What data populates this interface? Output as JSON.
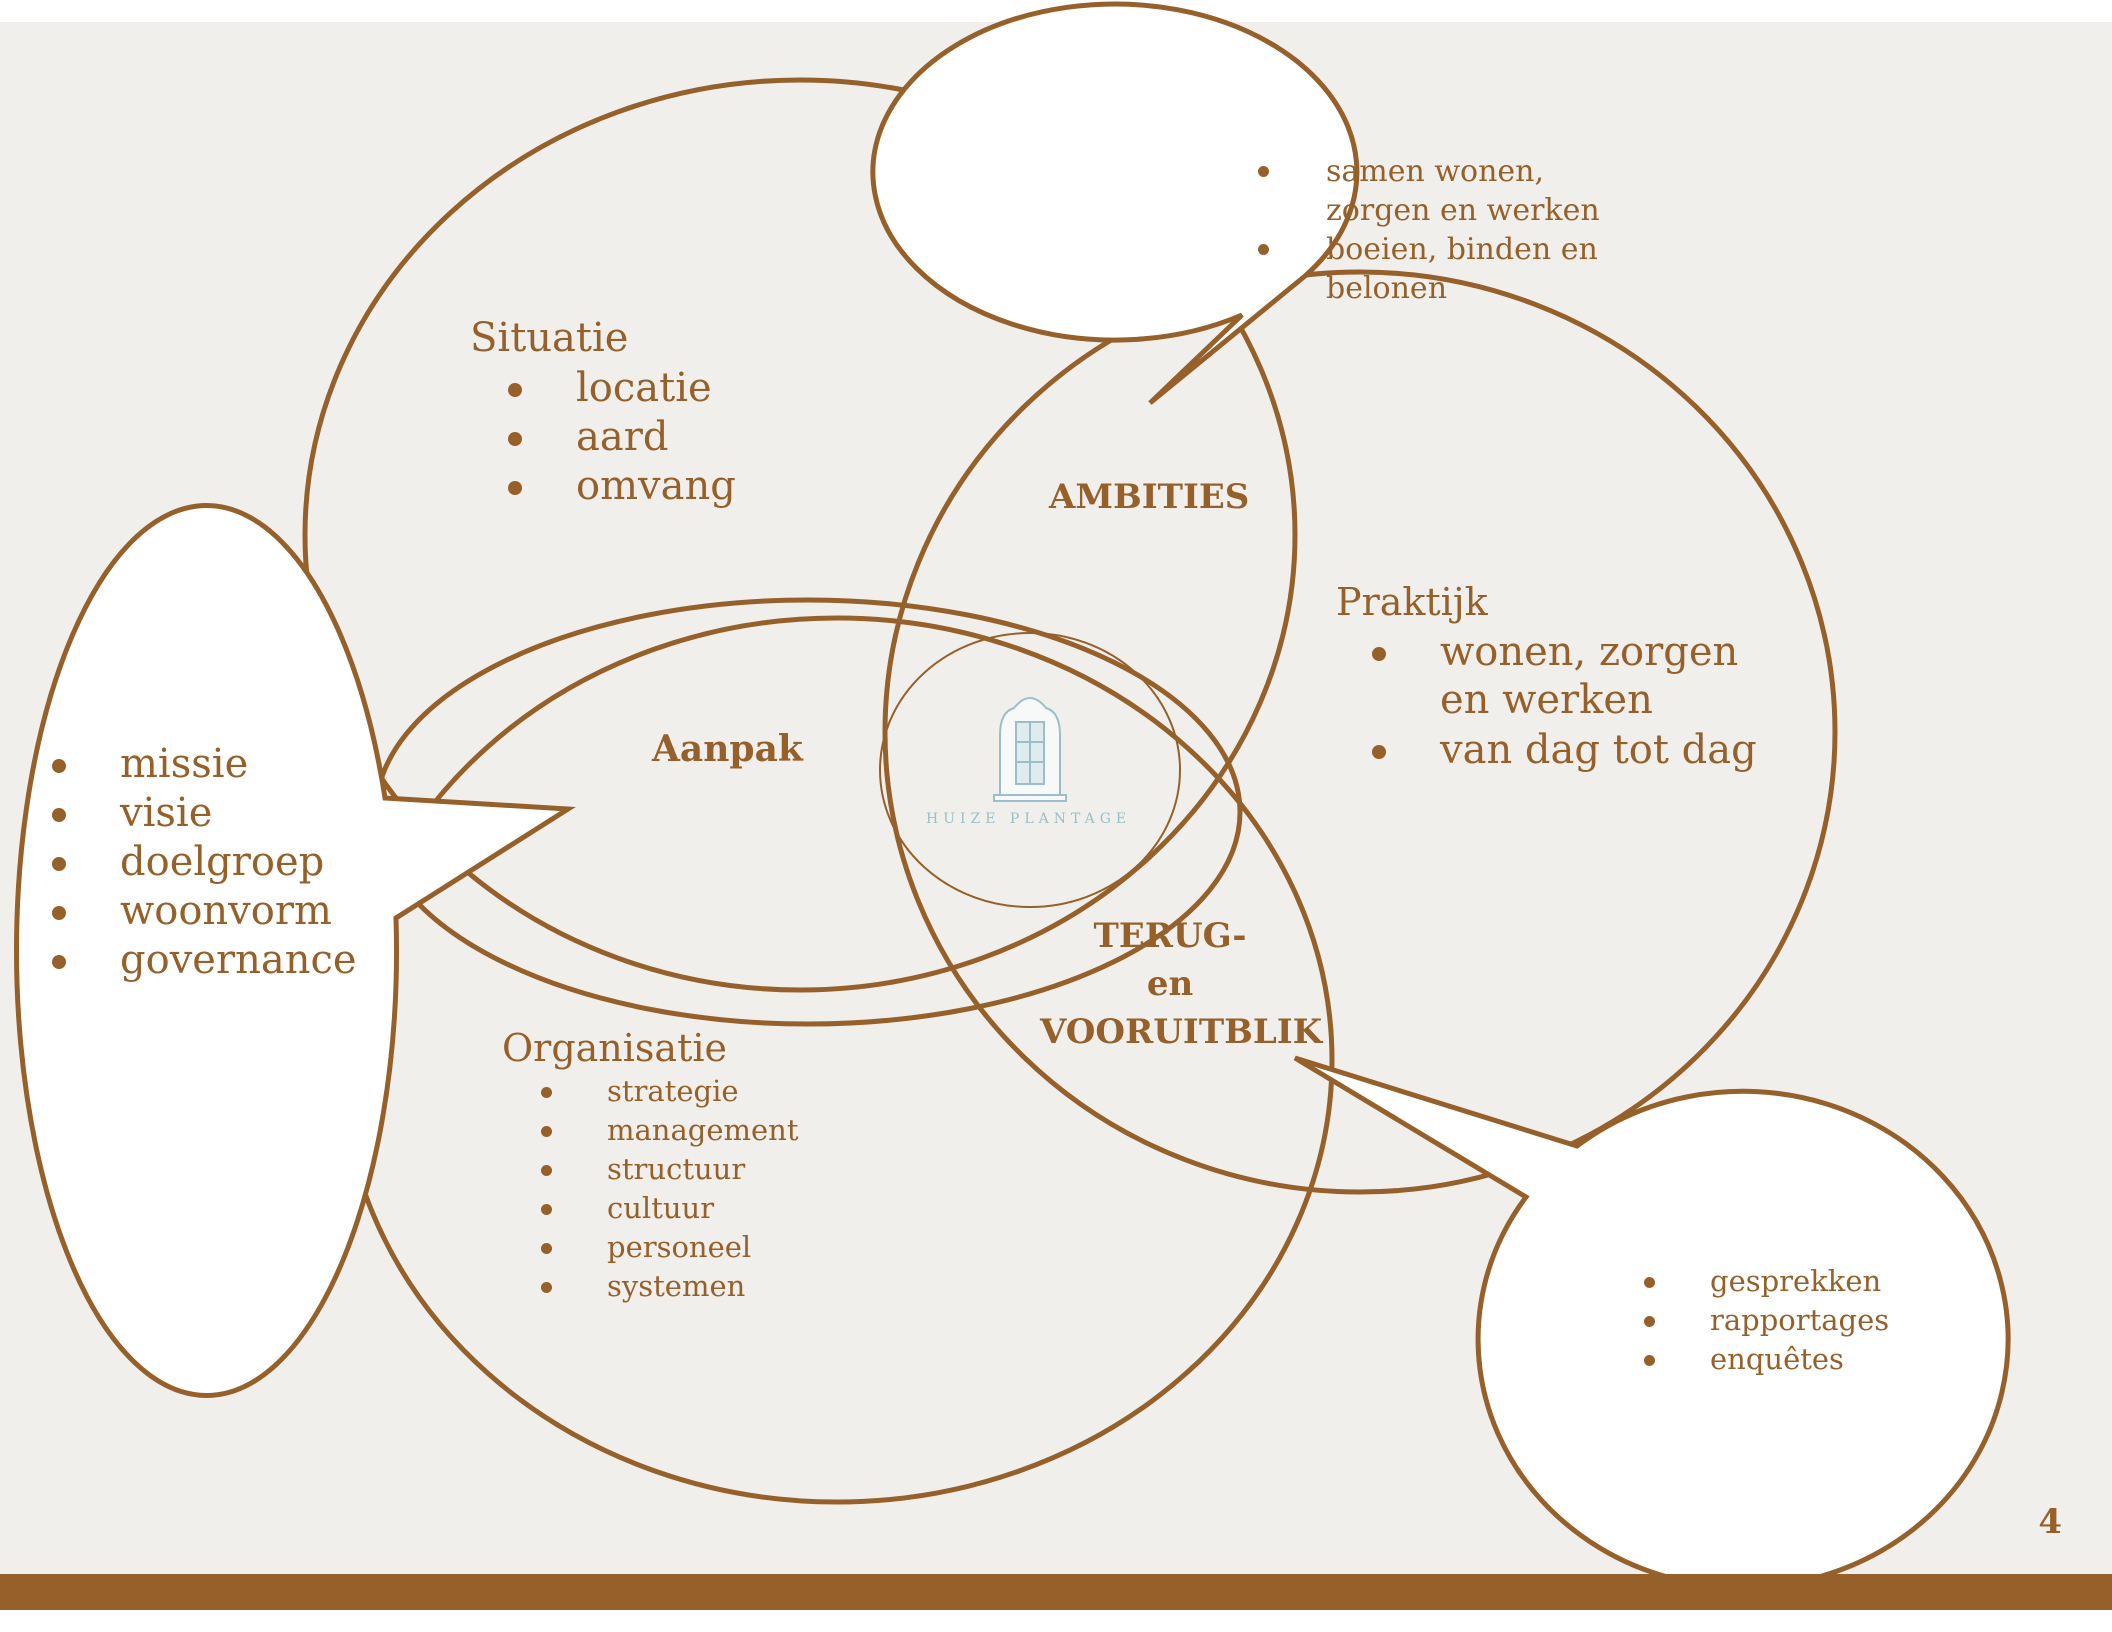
{
  "colors": {
    "accent": "#96602a",
    "background": "#f0efec"
  },
  "situatie": {
    "title": "Situatie",
    "items": [
      "locatie",
      "aard",
      "omvang"
    ]
  },
  "ambities": {
    "title": "AMBITIES"
  },
  "praktijk": {
    "title": "Praktijk",
    "items": [
      "wonen, zorgen en werken",
      "van dag tot dag"
    ]
  },
  "aanpak": {
    "title": "Aanpak"
  },
  "organisatie": {
    "title": "Organisatie",
    "items": [
      "strategie",
      "management",
      "structuur",
      "cultuur",
      "personeel",
      "systemen"
    ]
  },
  "terugblik": {
    "line1": "TERUG-",
    "line2": "en",
    "line3": "VOORUITBLIK"
  },
  "bubble_top": {
    "items": [
      "samen wonen, zorgen en werken",
      "boeien, binden en belonen"
    ]
  },
  "bubble_left": {
    "items": [
      "missie",
      "visie",
      "doelgroep",
      "woonvorm",
      "governance"
    ]
  },
  "bubble_bottom": {
    "items": [
      "gesprekken",
      "rapportages",
      "enquêtes"
    ]
  },
  "logo": {
    "text": "HUIZE PLANTAGE"
  },
  "page_number": "4"
}
